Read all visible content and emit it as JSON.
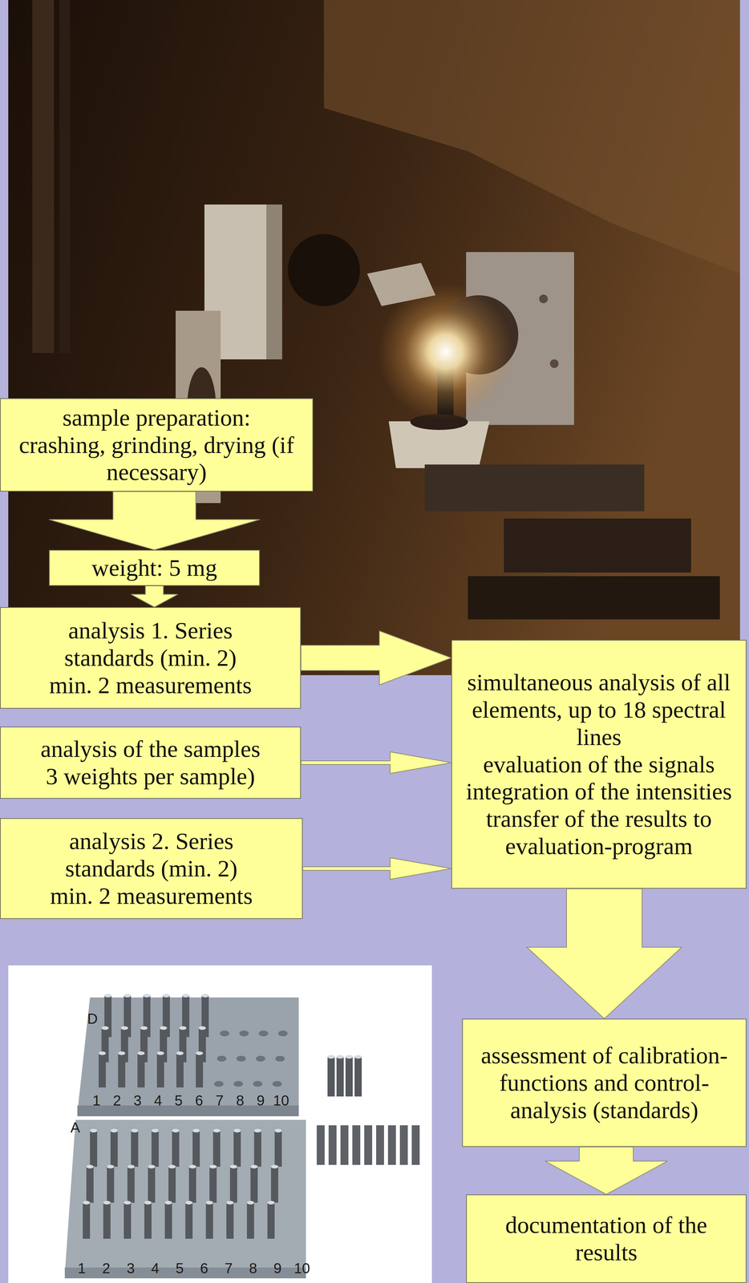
{
  "diagram": {
    "nodes": [
      {
        "text": [
          "sample preparation:",
          "crashing, grinding, drying (if necessary)"
        ]
      },
      {
        "text": [
          "weight: 5 mg"
        ]
      },
      {
        "text": [
          "analysis 1. Series",
          "standards (min. 2)",
          "min. 2 measurements"
        ]
      },
      {
        "text": [
          "analysis of the samples",
          "3 weights per sample)"
        ]
      },
      {
        "text": [
          "analysis 2. Series",
          "standards (min. 2)",
          "min. 2 measurements"
        ]
      },
      {
        "text": [
          "simultaneous analysis of all elements, up to 18 spectral lines",
          "evaluation of the signals",
          "integration of the intensities",
          "transfer of the results to evaluation-program"
        ]
      },
      {
        "text": [
          "assessment of calibration-functions and control-analysis (standards)"
        ]
      },
      {
        "text": [
          "documentation of the results"
        ]
      }
    ],
    "edges": [
      {
        "from": 0,
        "to": 1,
        "arrow": "to"
      },
      {
        "from": 1,
        "to": 2,
        "arrow": "to"
      },
      {
        "from": 2,
        "to": 5,
        "arrow": "to"
      },
      {
        "from": 3,
        "to": 5,
        "arrow": "to"
      },
      {
        "from": 4,
        "to": 5,
        "arrow": "to"
      },
      {
        "from": 5,
        "to": 6,
        "arrow": "to"
      },
      {
        "from": 6,
        "to": 7,
        "arrow": "to"
      }
    ],
    "labels": [
      "D",
      "1",
      "2",
      "3",
      "4",
      "5",
      "6",
      "7",
      "8",
      "9",
      "10",
      "A",
      "1",
      "2",
      "3",
      "4",
      "5",
      "6",
      "7",
      "8",
      "9",
      "10"
    ]
  }
}
